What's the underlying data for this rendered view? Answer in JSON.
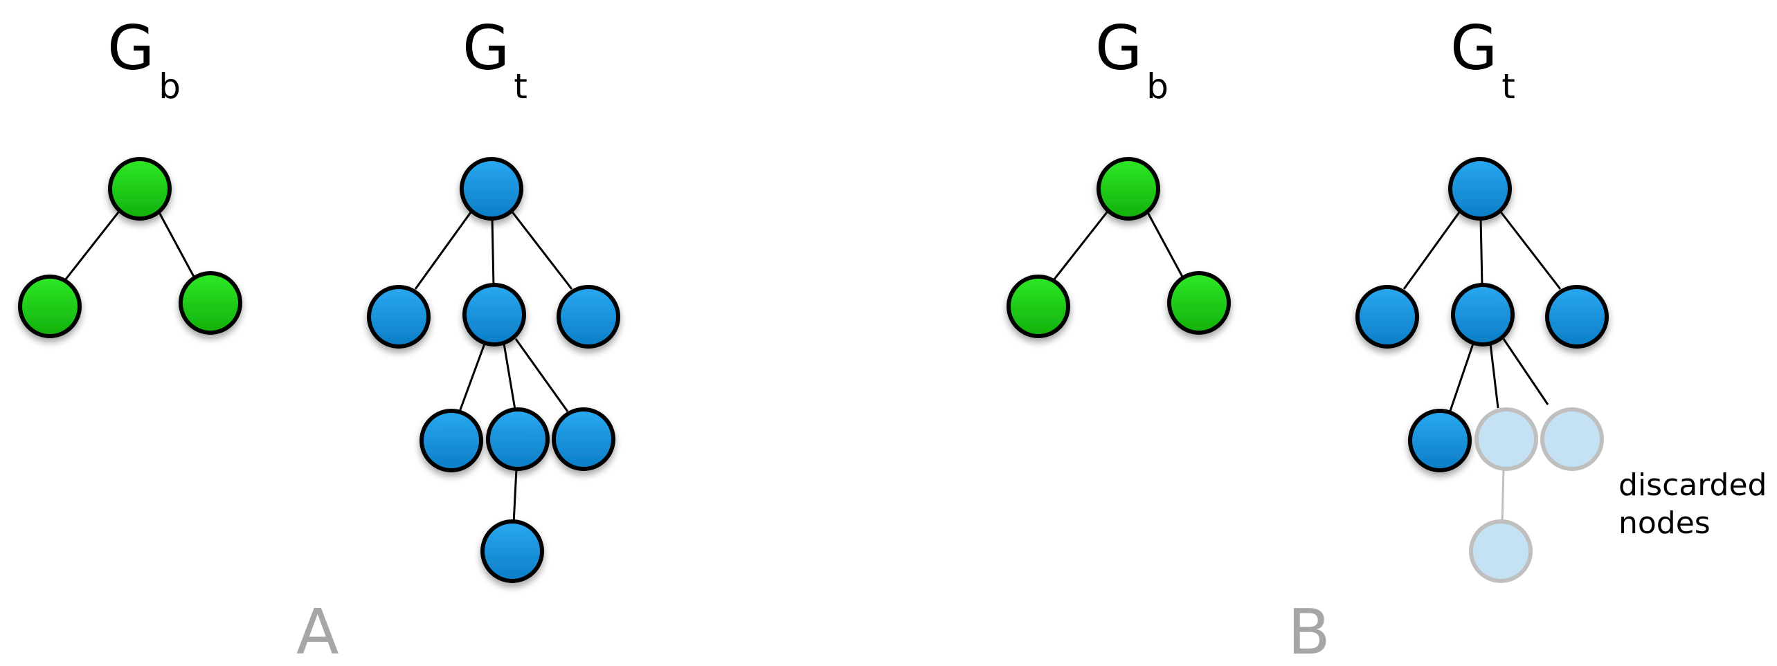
{
  "colors": {
    "green_node": "#22d81c",
    "green_node_dark": "#13b20c",
    "blue_node": "#1f9ae6",
    "blue_node_dark": "#0c7fc8",
    "discarded_node": "#c4e2f3",
    "discarded_stroke": "#bfbfbf",
    "stroke": "#000000",
    "panel_label": "#a6a6a6"
  },
  "panels": [
    {
      "label": "A",
      "base_graph": {
        "symbol": "G",
        "subscript": "b"
      },
      "target_graph": {
        "symbol": "G",
        "subscript": "t"
      }
    },
    {
      "label": "B",
      "base_graph": {
        "symbol": "G",
        "subscript": "b"
      },
      "target_graph": {
        "symbol": "G",
        "subscript": "t"
      },
      "note_lines": [
        "discarded",
        "nodes"
      ]
    }
  ]
}
